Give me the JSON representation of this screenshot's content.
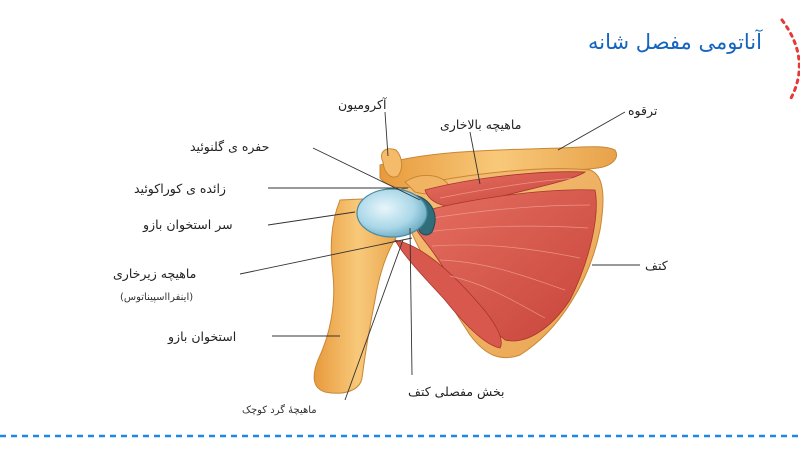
{
  "title": "آناتومی مفصل شانه",
  "labels": {
    "acromion": "آکرومیون",
    "supraspinatus": "ماهیچه بالاخاری",
    "clavicle": "ترقوه",
    "glenoid_fossa": "حفره ی گلنوئید",
    "coracoid": "زائده ی کوراکوئید",
    "humeral_head": "سر استخوان بازو",
    "infraspinatus": "ماهیچه زیرخاری",
    "infraspinatus_sub": "(اینفرااسپیناتوس)",
    "humerus": "استخوان بازو",
    "scapula": "کتف",
    "joint_capsule": "بخش مفصلی کتف",
    "teres_minor": "ماهیچهٔ گرد کوچک"
  },
  "colors": {
    "title": "#1565c0",
    "dashed_divider": "#1e88e5",
    "accent_arc": "#e53935",
    "bone": "#f2b55e",
    "muscle": "#d9544a",
    "cartilage": "#a8d8ea"
  }
}
